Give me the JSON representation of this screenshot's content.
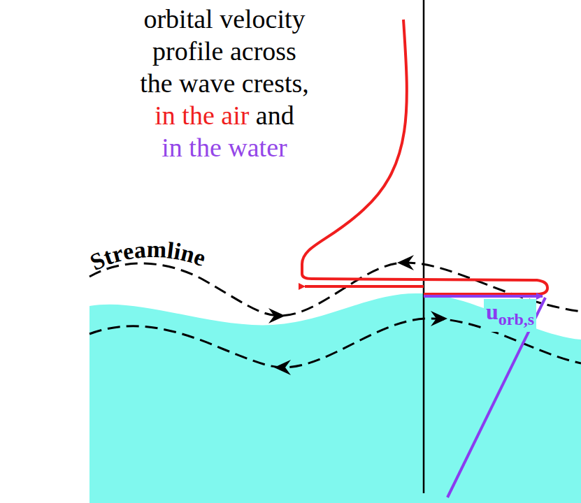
{
  "diagram": {
    "labels": [
      "orbital velocity profile across the wave crests,",
      "in the air",
      "and",
      "in the water",
      "Streamline",
      "u",
      "orb,s"
    ]
  }
}
